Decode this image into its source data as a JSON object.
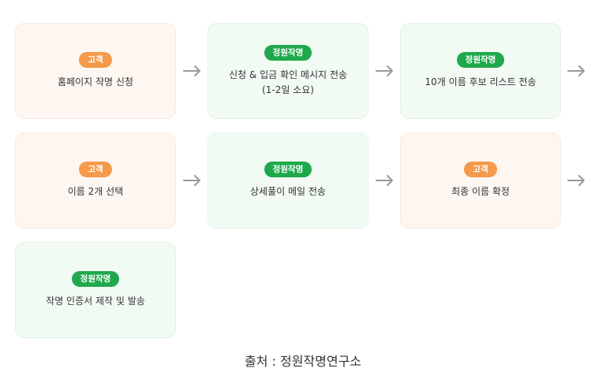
{
  "colors": {
    "customer_badge": "#f59a4b",
    "company_badge": "#1fa94c",
    "customer_card": "#fdf6f1",
    "company_card": "#f1fbf4",
    "arrow": "#999999"
  },
  "steps": [
    {
      "badge": "고객",
      "text": "홈페이지 작명 신청"
    },
    {
      "badge": "정원작명",
      "text": "신청 & 입금 확인 메시지 전송\n(1-2일 소요)"
    },
    {
      "badge": "정원작명",
      "text": "10개 이름 후보 리스트 전송"
    },
    {
      "badge": "고객",
      "text": "이름 2개 선택"
    },
    {
      "badge": "정원작명",
      "text": "상세풀이 메일 전송"
    },
    {
      "badge": "고객",
      "text": "최종 이름 확정"
    },
    {
      "badge": "정원작명",
      "text": "작명 인증서 제작 및 발송"
    }
  ],
  "caption": "출처 : 정원작명연구소"
}
